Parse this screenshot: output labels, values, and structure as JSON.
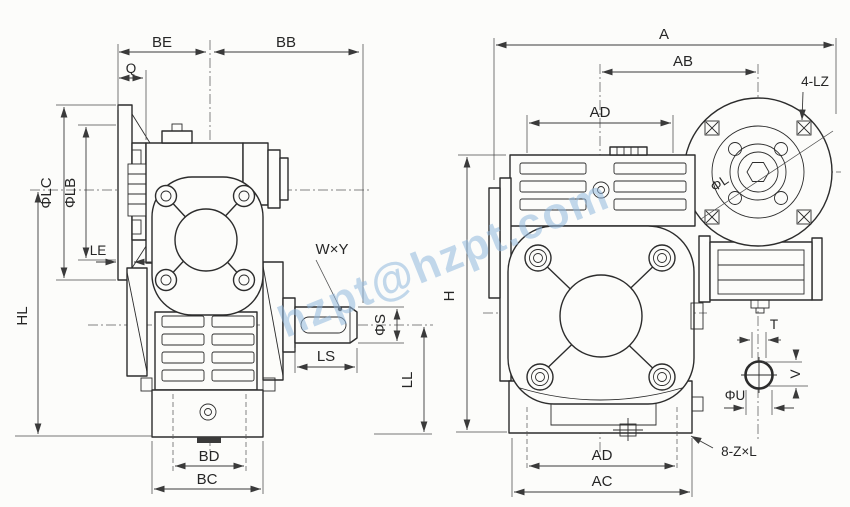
{
  "watermark": {
    "text": "hzpt@hzpt.com"
  },
  "colors": {
    "line": "#2c2c2c",
    "dim": "#3a3a3a",
    "watermark": "#92b9de",
    "background": "#fcfcfa"
  },
  "views": {
    "left": {
      "labels": {
        "be": "BE",
        "bb": "BB",
        "q": "Q",
        "phi_lc": "ΦLC",
        "phi_lb": "ΦLB",
        "le": "LE",
        "hl": "HL",
        "wxy": "W×Y",
        "phi_s": "ΦS",
        "ls": "LS",
        "ll": "LL",
        "bd": "BD",
        "bc": "BC"
      }
    },
    "right": {
      "labels": {
        "a": "A",
        "ab": "AB",
        "ad_top": "AD",
        "four_lz": "4-LZ",
        "phi_l": "ΦL",
        "h": "H",
        "ad_bottom": "AD",
        "ac": "AC",
        "eight_zl": "8-Z×L",
        "t": "T",
        "v": "V",
        "phi_u": "ΦU"
      }
    }
  }
}
